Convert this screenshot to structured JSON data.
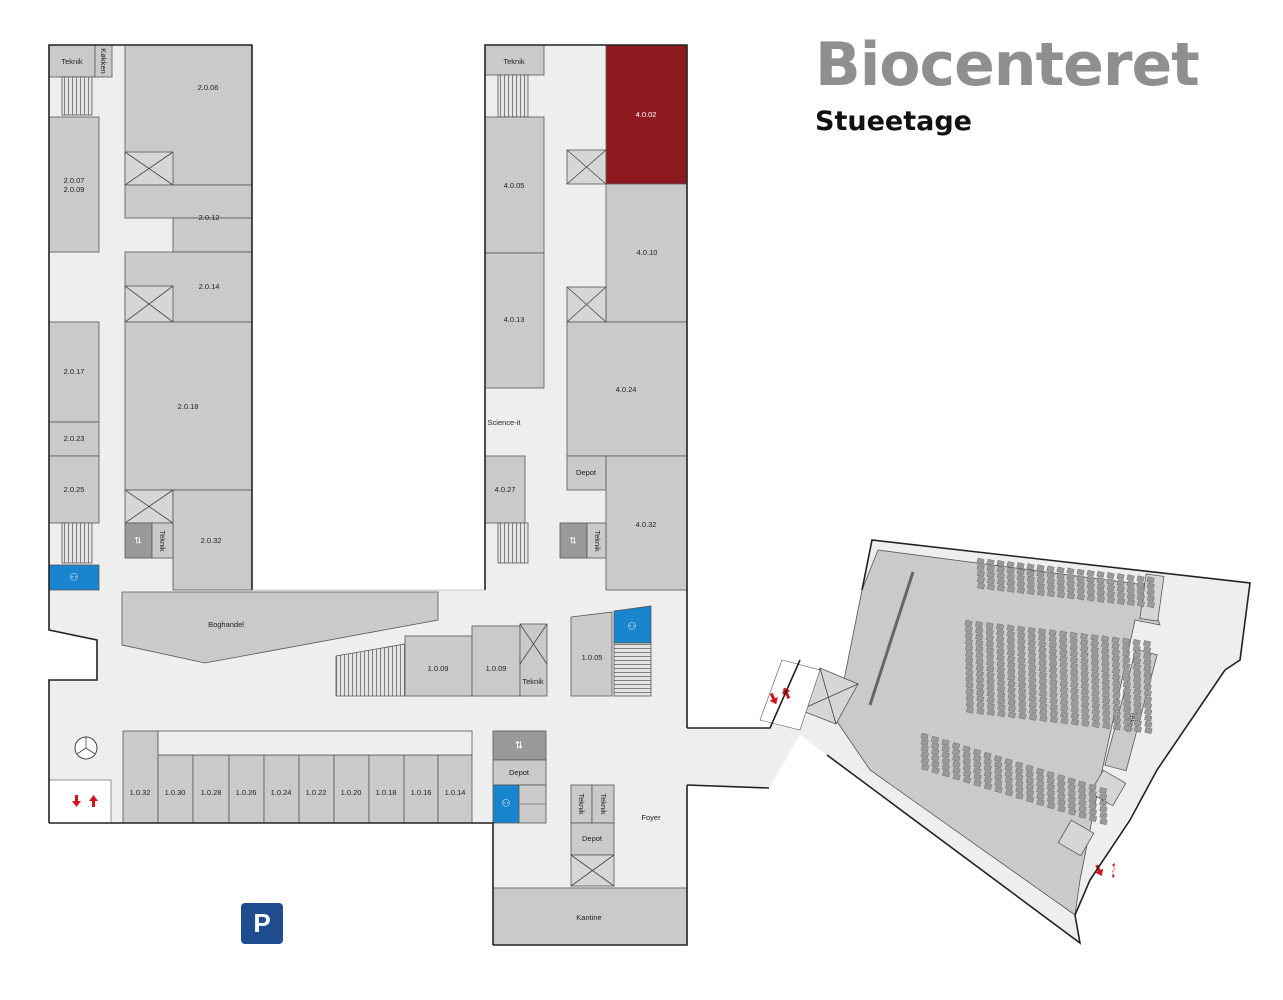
{
  "header": {
    "title": "Biocenteret",
    "subtitle": "Stueetage"
  },
  "colors": {
    "room": "#cacaca",
    "corridor": "#eeeeee",
    "highlight": "#8e1a1f",
    "toilet": "#1a85cf",
    "parking": "#1f4d8f",
    "arrow": "#d6121b"
  },
  "map": {
    "highlighted_room": "4.0.02",
    "rooms": {
      "teknik_w_top": "Teknik",
      "kokken": "Køkken",
      "r2006": "2.0.06",
      "r2007": "2.0.07",
      "r2009": "2.0.09",
      "r2012": "2.0.12",
      "r2014": "2.0.14",
      "r2017": "2.0.17",
      "r2018": "2.0.18",
      "r2023": "2.0.23",
      "r2025": "2.0.25",
      "r2032": "2.0.32",
      "teknik_w_lift": "Teknik",
      "teknik_e_top": "Teknik",
      "r4002": "4.0.02",
      "r4005": "4.0.05",
      "r4010": "4.0.10",
      "r4013": "4.0.13",
      "r4024": "4.0.24",
      "science_it": "Science-it",
      "r4027": "4.0.27",
      "depot_e": "Depot",
      "r4032": "4.0.32",
      "teknik_e_lift": "Teknik",
      "boghandel": "Boghandel",
      "r1009a": "1.0.09",
      "r1009b": "1.0.09",
      "teknik_mid": "Teknik",
      "r1005": "1.0.05",
      "r1032": "1.0.32",
      "r1030": "1.0.30",
      "r1028": "1.0.28",
      "r1026": "1.0.26",
      "r1024": "1.0.24",
      "r1022": "1.0.22",
      "r1020": "1.0.20",
      "r1018": "1.0.18",
      "r1016": "1.0.16",
      "r1014": "1.0.14",
      "depot_s1": "Depot",
      "teknik_s1": "Teknik",
      "teknik_s2": "Teknik",
      "depot_s2": "Depot",
      "foyer": "Foyer",
      "kantine": "Kantine",
      "teknik_aud": "Teknik"
    },
    "parking_label": "P"
  }
}
